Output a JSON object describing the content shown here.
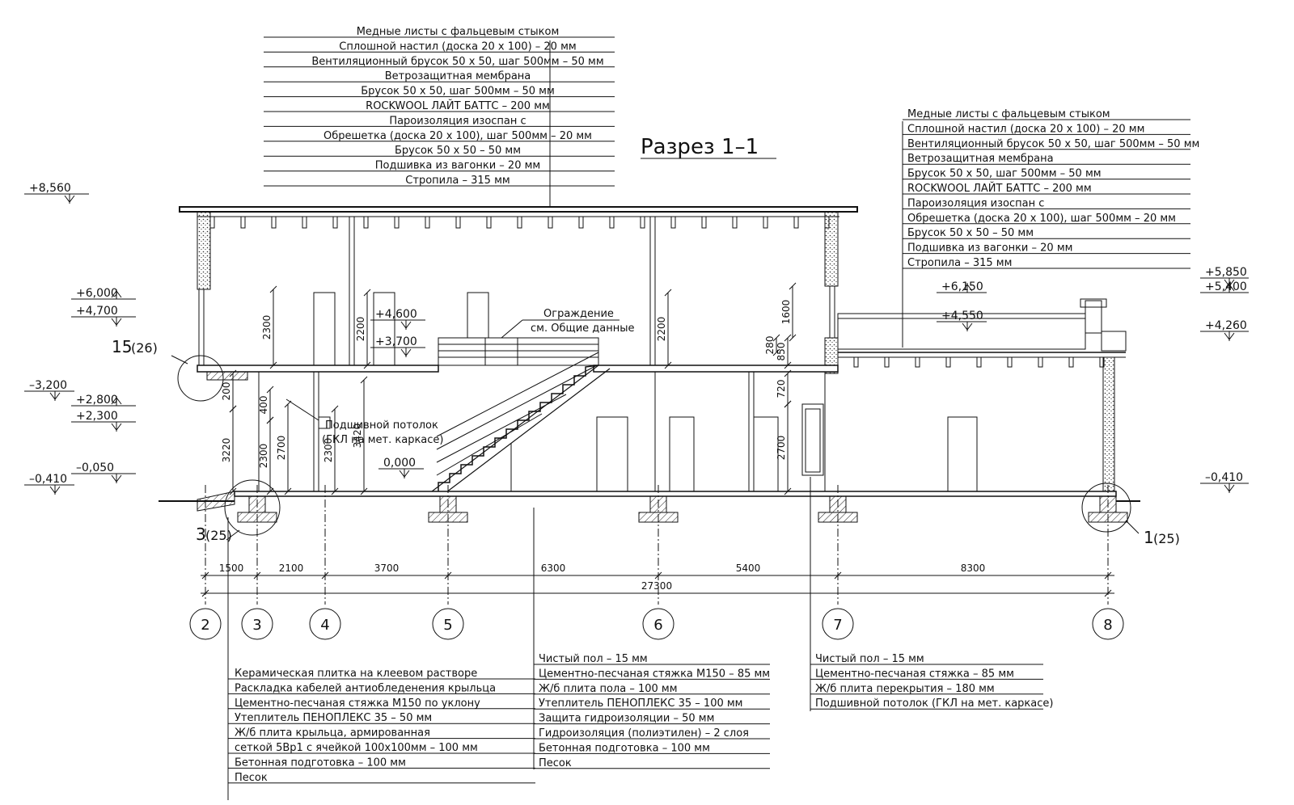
{
  "title": "Разрез 1–1",
  "roof_main": [
    "Медные листы с фальцевым стыком",
    "Сплошной настил (доска 20 х 100) – 20 мм",
    "Вентиляционный брусок 50 х 50, шаг 500мм – 50 мм",
    "Ветрозащитная мембрана",
    "Брусок 50 х 50, шаг 500мм – 50 мм",
    "ROCKWOOL ЛАЙТ БАТТС – 200 мм",
    "Пароизоляция изоспан с",
    "Обрешетка (доска 20 х 100), шаг 500мм – 20 мм",
    "Брусок 50 х 50 – 50 мм",
    "Подшивка из вагонки – 20 мм",
    "Стропила – 315 мм"
  ],
  "roof_right": [
    "Медные листы с фальцевым стыком",
    "Сплошной настил (доска 20 х 100) – 20 мм",
    "Вентиляционный брусок 50 х 50, шаг 500мм – 50 мм",
    "Ветрозащитная мембрана",
    "Брусок 50 х 50, шаг 500мм – 50 мм",
    "ROCKWOOL ЛАЙТ БАТТС – 200 мм",
    "Пароизоляция изоспан с",
    "Обрешетка (доска 20 х 100), шаг 500мм – 20 мм",
    "Брусок 50 х 50 – 50 мм",
    "Подшивка из вагонки – 20 мм",
    "Стропила – 315 мм"
  ],
  "porch_layers": [
    "Керамическая плитка на клеевом растворе",
    "Раскладка кабелей антиобледенения крыльца",
    "Цементно-песчаная стяжка М150 по уклону",
    "Утеплитель ПЕНОПЛЕКС 35 – 50 мм",
    "Ж/б плита крыльца, армированная",
    "сеткой 5Вр1 с ячейкой 100х100мм – 100 мм",
    "Бетонная подготовка – 100 мм",
    "Песок"
  ],
  "floor_layers": [
    "Чистый пол – 15 мм",
    "Цементно-песчаная стяжка М150 – 85 мм",
    "Ж/б плита пола – 100 мм",
    "Утеплитель ПЕНОПЛЕКС 35 – 100 мм",
    "Защита гидроизоляции – 50 мм",
    "Гидроизоляция (полиэтилен) – 2 слоя",
    "Бетонная подготовка – 100 мм",
    "Песок"
  ],
  "slab_layers": [
    "Чистый пол – 15 мм",
    "Цементно-песчаная стяжка – 85 мм",
    "Ж/б плита перекрытия – 180 мм",
    "Подшивной потолок (ГКЛ на мет. каркасе)"
  ],
  "railing_note": [
    "Ограждение",
    "см. Общие данные"
  ],
  "ceiling_note": [
    "Подшивной потолок",
    "(ГКЛ на мет. каркасе)"
  ],
  "levels": {
    "top": "+8,560",
    "l6000": "+6,000",
    "l4700": "+4,700",
    "l3200": "–3,200",
    "l2800": "+2,800",
    "l2300": "+2,300",
    "l0050": "–0,050",
    "l0410": "–0,410",
    "l4600": "+4,600",
    "l3700": "+3,700",
    "zero": "0,000",
    "r5850": "+5,850",
    "r5400": "+5,400",
    "r4260": "+4,260",
    "r0410": "–0,410",
    "c6150": "+6,150",
    "c4550": "+4,550"
  },
  "heights": {
    "h2300a": "2300",
    "h2200a": "2200",
    "h2200b": "2200",
    "h1600": "1600",
    "h280": "280",
    "h850": "850",
    "h720": "720",
    "h2700r": "2700",
    "h200": "200",
    "h400": "400",
    "h3220": "3220",
    "h2300b": "2300",
    "h2700": "2700",
    "h2300c": "2300",
    "h3420": "3420"
  },
  "callouts": {
    "c15": "15",
    "c15s": "(26)",
    "c3": "3",
    "c3s": "(25)",
    "c1": "1",
    "c1s": "(25)"
  },
  "axes": [
    "2",
    "3",
    "4",
    "5",
    "6",
    "7",
    "8"
  ],
  "spans": [
    "1500",
    "2100",
    "3700",
    "6300",
    "5400",
    "8300"
  ],
  "total_span": "27300"
}
